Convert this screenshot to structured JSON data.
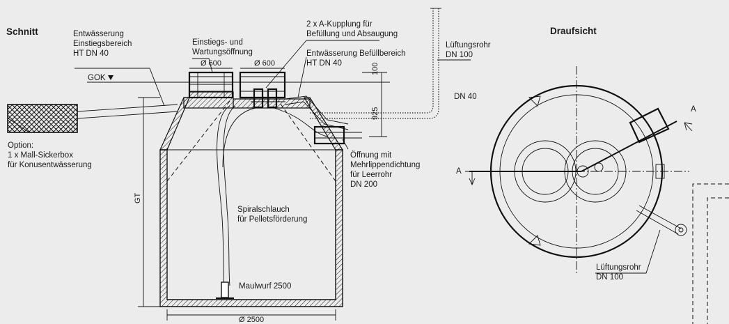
{
  "titles": {
    "section": "Schnitt",
    "top_view": "Draufsicht"
  },
  "labels": {
    "drain_entry_1": "Entwässerung",
    "drain_entry_2": "Einstiegsbereich",
    "drain_entry_3": "HT DN 40",
    "access_1": "Einstiegs- und",
    "access_2": "Wartungsöffnung",
    "coupling_1": "2 x A-Kupplung für",
    "coupling_2": "Befüllung und Absaugung",
    "drain_fill_1": "Entwässerung Befüllbereich",
    "drain_fill_2": "HT DN 40",
    "vent_1": "Lüftungsrohr",
    "vent_2": "DN 100",
    "dn40": "DN 40",
    "option_1": "Option:",
    "option_2": "1 x Mall-Sickerbox",
    "option_3": "für Konusentwässerung",
    "gok": "GOK",
    "opening_1": "Öffnung mit",
    "opening_2": "Mehrlippendichtung",
    "opening_3": "für Leerrohr",
    "opening_4": "DN 200",
    "hose_1": "Spiralschlauch",
    "hose_2": "für Pelletsförderung",
    "mole": "Maulwurf 2500",
    "vent_top_1": "Lüftungsrohr",
    "vent_top_2": "DN 100",
    "section_mark_a": "A"
  },
  "dimensions": {
    "d600_left": "Ø 600",
    "d600_right": "Ø 600",
    "h100": "100",
    "h925": "925",
    "gt": "GT",
    "d2500": "Ø 2500"
  },
  "colors": {
    "background": "#ececec",
    "line": "#111111"
  }
}
